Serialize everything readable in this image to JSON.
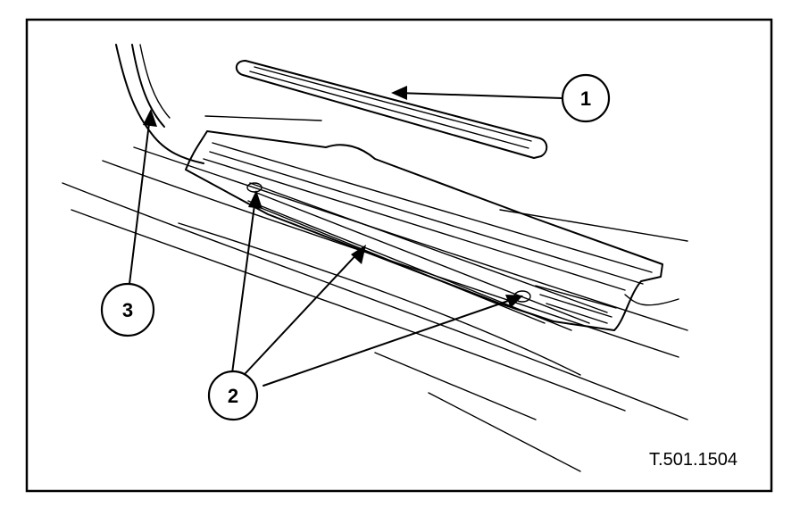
{
  "figure": {
    "reference": "T.501.1504",
    "callouts": [
      {
        "id": "1",
        "label": "1"
      },
      {
        "id": "2",
        "label": "2"
      },
      {
        "id": "3",
        "label": "3"
      }
    ]
  }
}
